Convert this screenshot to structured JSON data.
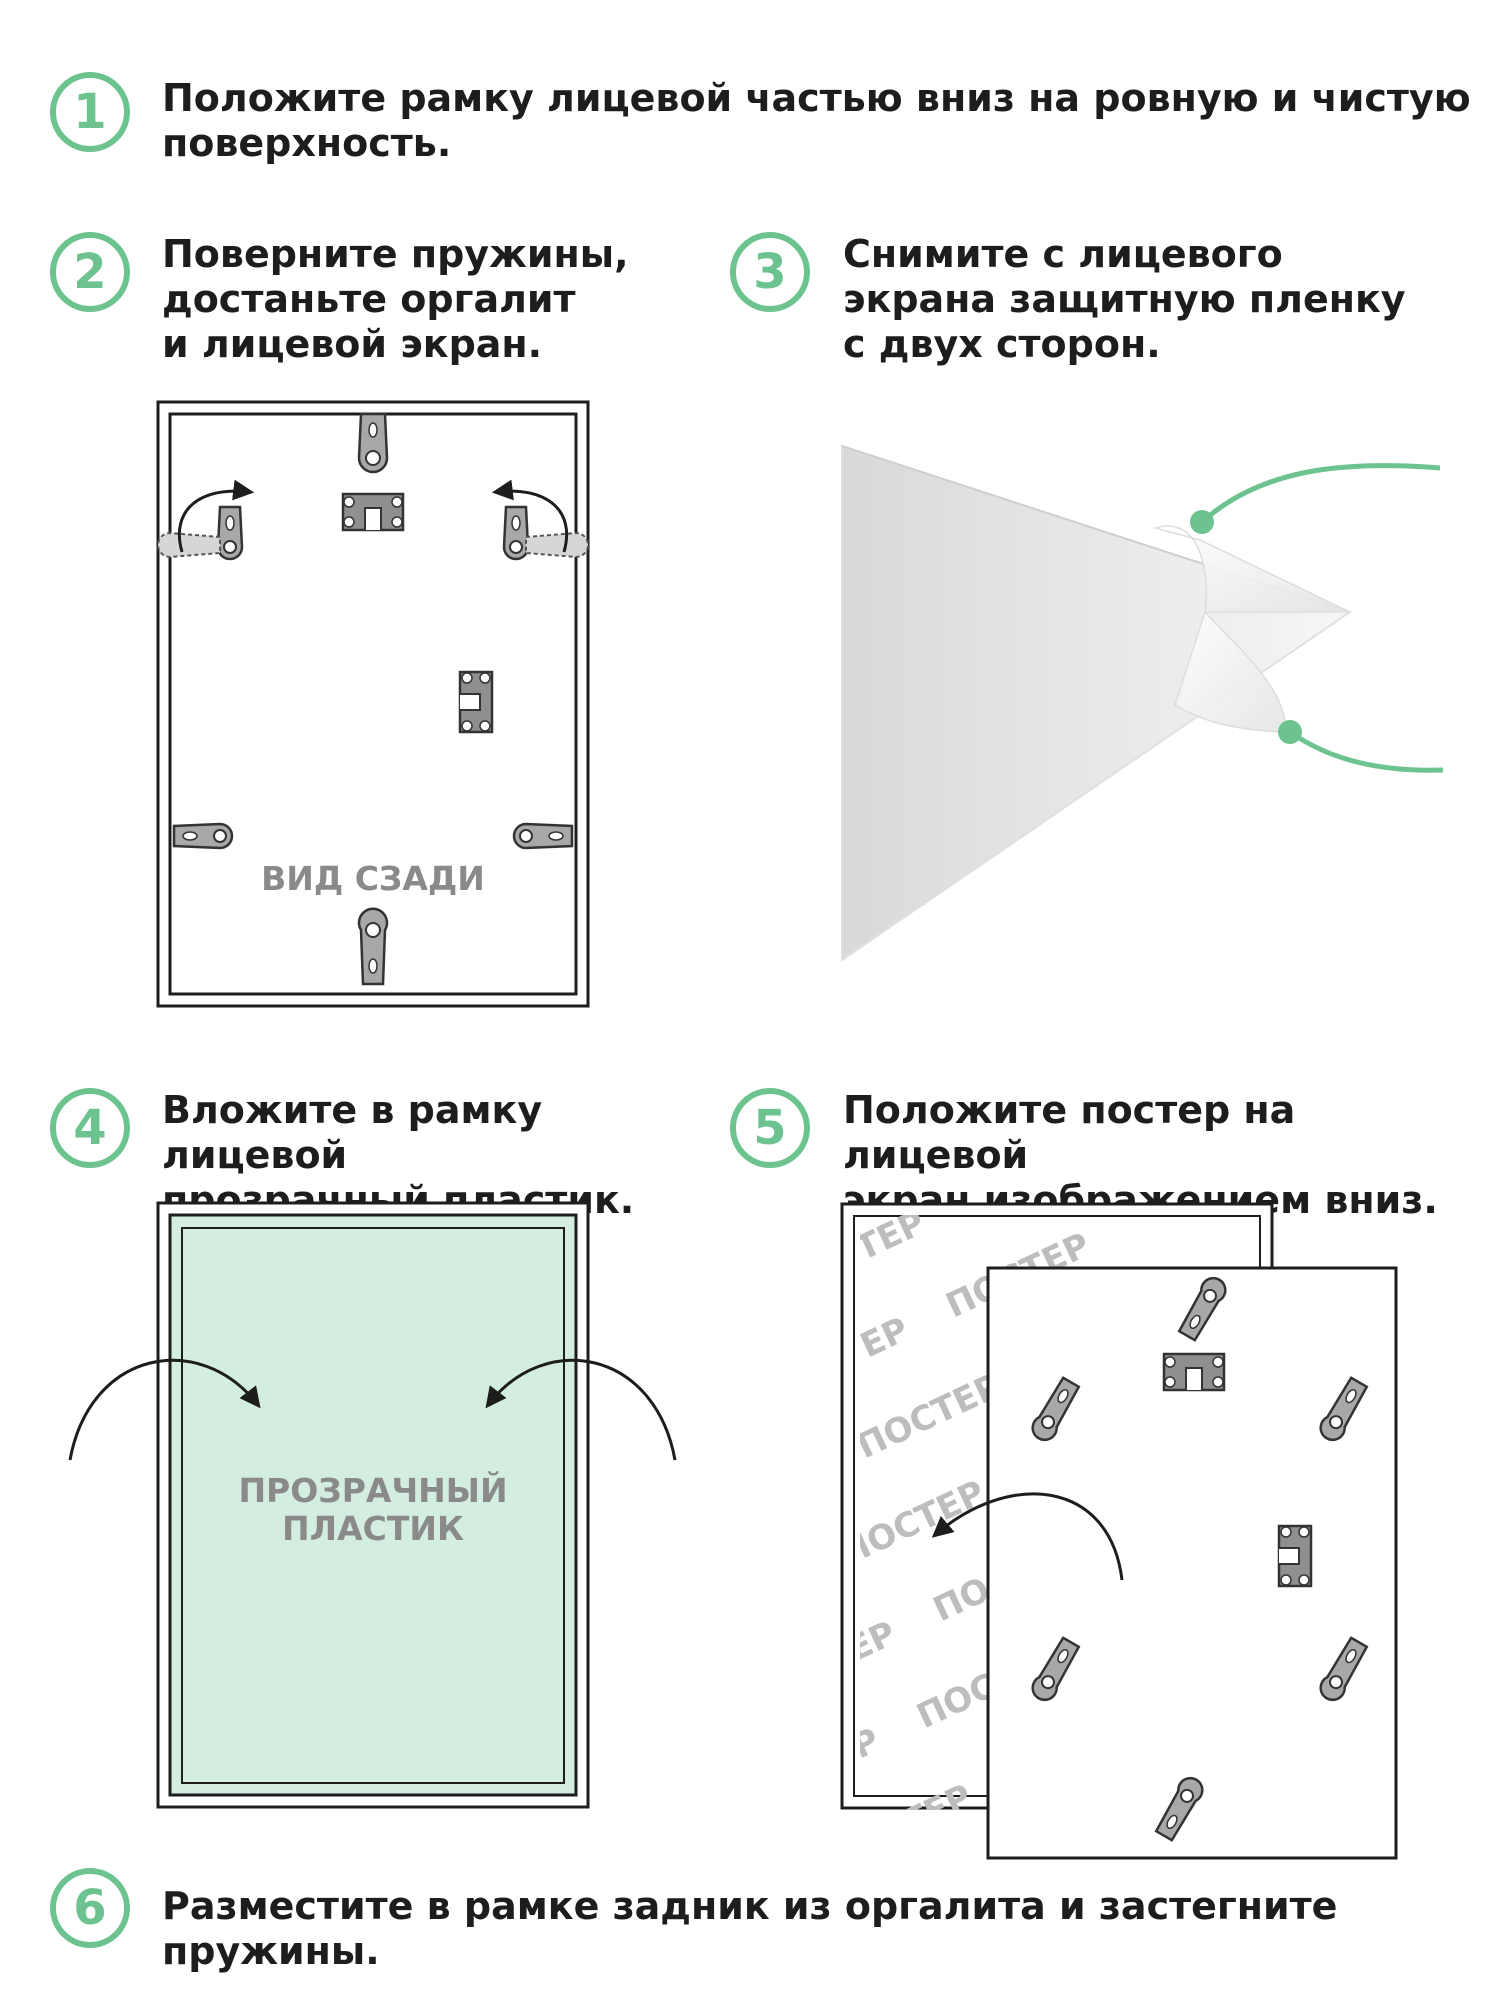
{
  "accent_color": "#6cc38f",
  "plastic_color": "#d3ede0",
  "steps": [
    {
      "num": "1",
      "text": "Положите рамку лицевой частью вниз на ровную и чистую\nповерхность."
    },
    {
      "num": "2",
      "text": "Поверните пружины,\nдостаньте оргалит\nи лицевой экран."
    },
    {
      "num": "3",
      "text": "Снимите с лицевого\nэкрана защитную пленку\nс двух сторон."
    },
    {
      "num": "4",
      "text": "Вложите в рамку лицевой\nпрозрачный пластик."
    },
    {
      "num": "5",
      "text": "Положите постер на лицевой\nэкран изображением вниз."
    },
    {
      "num": "6",
      "text": "Разместите в рамке задник из оргалита и застегните пружины."
    }
  ],
  "labels": {
    "back_view": "ВИД СЗАДИ",
    "plastic": "ПРОЗРАЧНЫЙ\nПЛАСТИК",
    "poster_word": "ПОСТЕР"
  }
}
